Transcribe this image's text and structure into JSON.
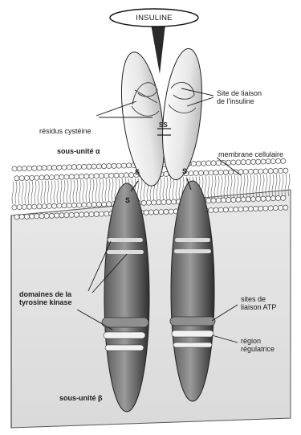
{
  "labels": {
    "insuline": "INSULINE",
    "site_liaison": "Site de liaison\nde l'insuline",
    "residus_cysteine": "résidus cystéine",
    "sous_unite_alpha": "sous-unité α",
    "ss": "SS",
    "s_left": "S",
    "s_right": "S",
    "s_lower": "S",
    "membrane": "membrane cellulaire",
    "domaines": "domaines de la\ntyrosine kinase",
    "sites_atp": "sites de\nliaison ATP",
    "region": "région\nrégulatrice",
    "sous_unite_beta": "sous-unité β"
  },
  "colors": {
    "ink": "#1a1a1a",
    "beta_dark": "#3a3a3a",
    "beta_mid": "#7a7a7a",
    "alpha_fill": "#ededed",
    "membrane_fill": "#f4f4f4",
    "cell_fill": "#e4e4e4"
  }
}
